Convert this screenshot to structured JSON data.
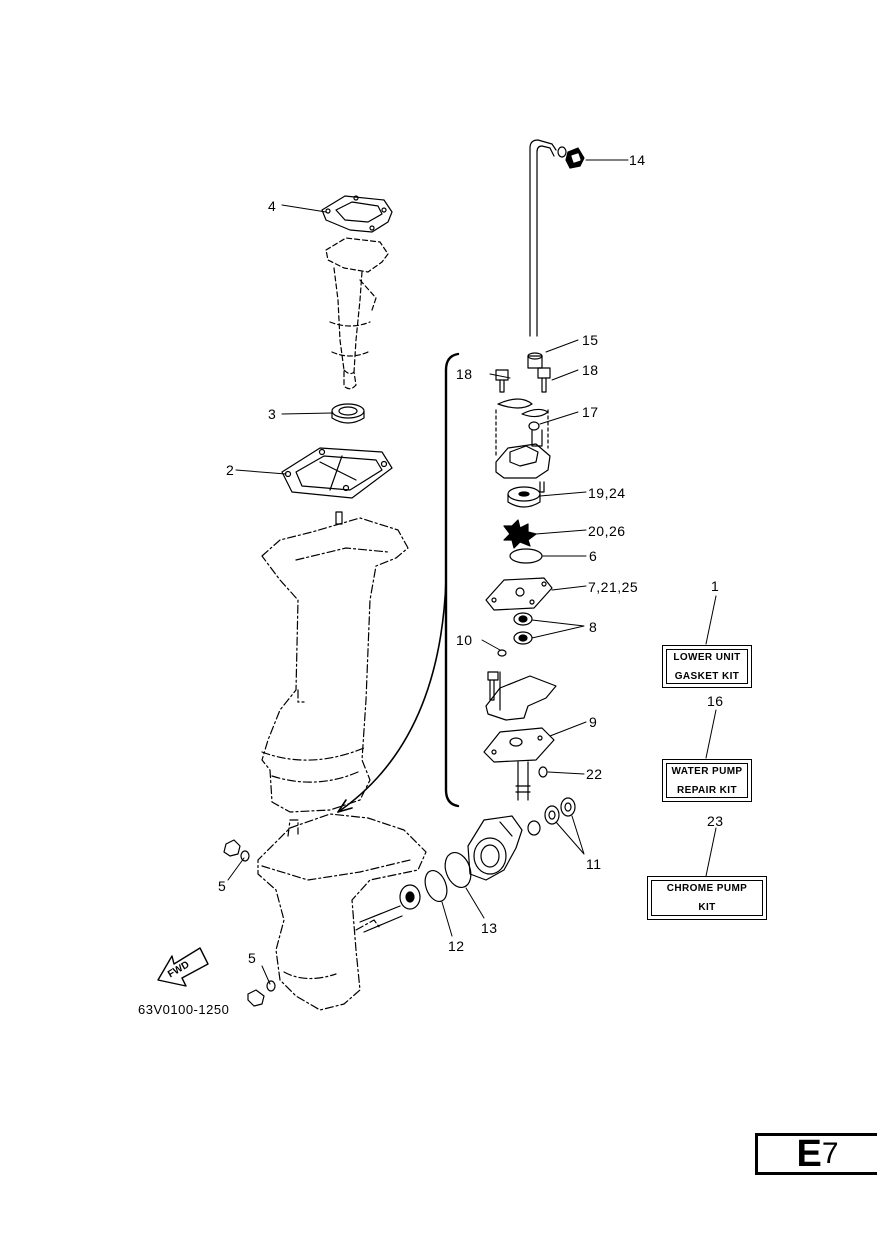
{
  "callouts": {
    "c1": "1",
    "c2": "2",
    "c3": "3",
    "c4": "4",
    "c5a": "5",
    "c5b": "5",
    "c6": "6",
    "c7": "7,21,25",
    "c8": "8",
    "c9": "9",
    "c10": "10",
    "c11": "11",
    "c12": "12",
    "c13": "13",
    "c14": "14",
    "c15": "15",
    "c16": "16",
    "c17": "17",
    "c18a": "18",
    "c18b": "18",
    "c19": "19,24",
    "c20": "20,26",
    "c22": "22",
    "c23": "23"
  },
  "kits": {
    "lower_unit_gasket": {
      "line1": "LOWER UNIT",
      "line2": "GASKET KIT"
    },
    "water_pump_repair": {
      "line1": "WATER PUMP",
      "line2": "REPAIR KIT"
    },
    "chrome_pump": {
      "line1": "CHROME PUMP",
      "line2": "KIT"
    }
  },
  "fwd_label": "FWD",
  "reference_code": "63V0100-1250",
  "page_code": {
    "letter": "E",
    "number": "7"
  }
}
